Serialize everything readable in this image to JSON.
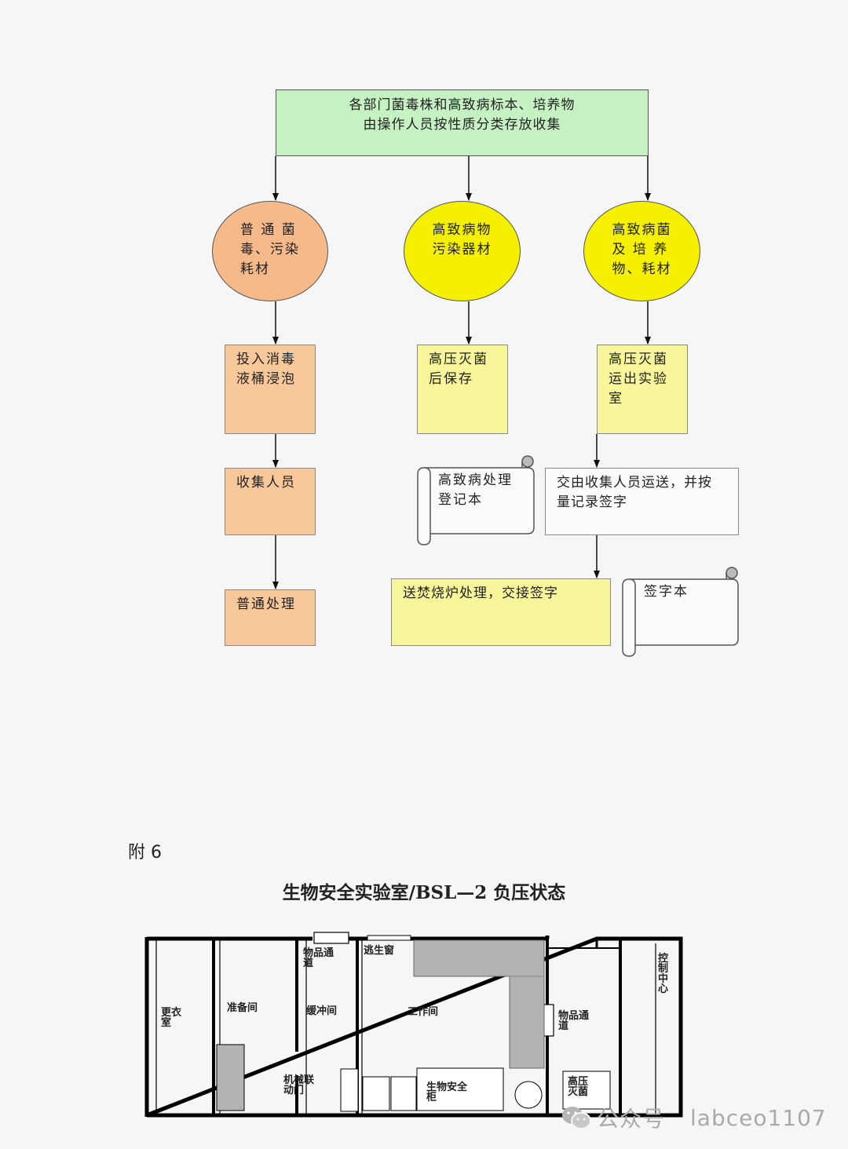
{
  "flowchart": {
    "top": "各部门菌毒株和高致病标本、培养物\n由操作人员按性质分类存放收集",
    "col1": {
      "circle": "普 通 菌\n毒、污染\n耗材",
      "step1": "投入消毒\n液桶浸泡",
      "step2": "收集人员",
      "step3": "普通处理"
    },
    "col2": {
      "circle": "高致病物\n污染器材",
      "step1": "高压灭菌\n后保存",
      "register": "高致病处理\n登记本"
    },
    "col3": {
      "circle": "高致病菌\n及 培 养\n物、耗材",
      "step1": "高压灭菌\n运出实验\n室",
      "step2": "交由收集人员运送，并按\n量记录签字"
    },
    "incinerate": "送焚烧炉处理，交接签字",
    "signbook": "签字本",
    "colors": {
      "top_fill": "#c6f2c3",
      "orange_circle": "#f5b98a",
      "orange_box": "#f8c89a",
      "yellow_circle": "#f5f000",
      "yellow_box": "#f8f69b"
    }
  },
  "appendix_label": "附 6",
  "floorplan": {
    "title": "生物安全实验室/BSL—2 负压状态",
    "rooms": {
      "changing": "更衣\n室",
      "prep": "准备间",
      "passage1": "物品通\n道",
      "buffer": "缓冲间",
      "interlock": "机械联\n动门",
      "escape": "逃生窗",
      "work": "工作间",
      "bsc": "生物安全\n柜",
      "passage2": "物品通\n道",
      "autoclave": "高压\n灭菌",
      "control": "控\n制\n中\n心"
    }
  },
  "watermark": {
    "icon": "wechat-icon",
    "text": "公众号",
    "account": "labceo1107"
  }
}
